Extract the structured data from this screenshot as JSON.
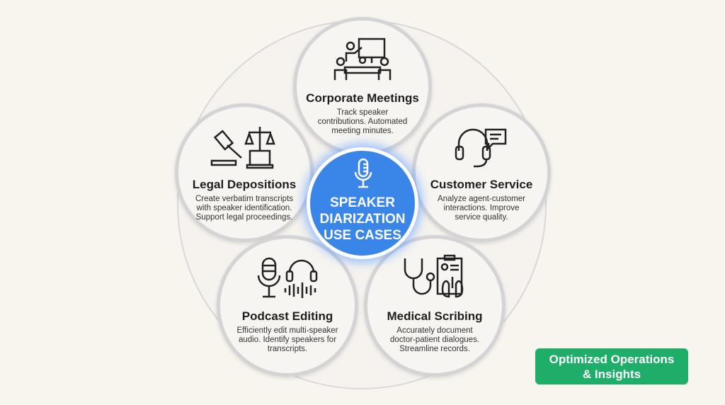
{
  "center": {
    "line1": "SPEAKER",
    "line2": "DIARIZATION",
    "line3": "USE CASES",
    "icon": "microphone-icon"
  },
  "nodes": [
    {
      "title": "Corporate Meetings",
      "desc": "Track speaker contributions. Automated meeting minutes.",
      "icon": "meeting-presentation-icon"
    },
    {
      "title": "Customer Service",
      "desc": "Analyze agent-customer interactions. Improve service quality.",
      "icon": "headset-chat-icon"
    },
    {
      "title": "Medical Scribing",
      "desc": "Accurately document doctor-patient dialogues. Streamline records.",
      "icon": "stethoscope-clipboard-icon"
    },
    {
      "title": "Podcast Editing",
      "desc": "Efficiently edit multi-speaker audio. Identify speakers for transcripts.",
      "icon": "podcast-mic-headphones-icon"
    },
    {
      "title": "Legal Depositions",
      "desc": "Create verbatim transcripts with speaker identification. Support legal proceedings.",
      "icon": "gavel-scales-icon"
    }
  ],
  "badge": {
    "line1": "Optimized Operations",
    "line2": "& Insights"
  },
  "colors": {
    "center": "#3a86e8",
    "badge": "#1fae6a",
    "background": "#f8f5ef"
  }
}
